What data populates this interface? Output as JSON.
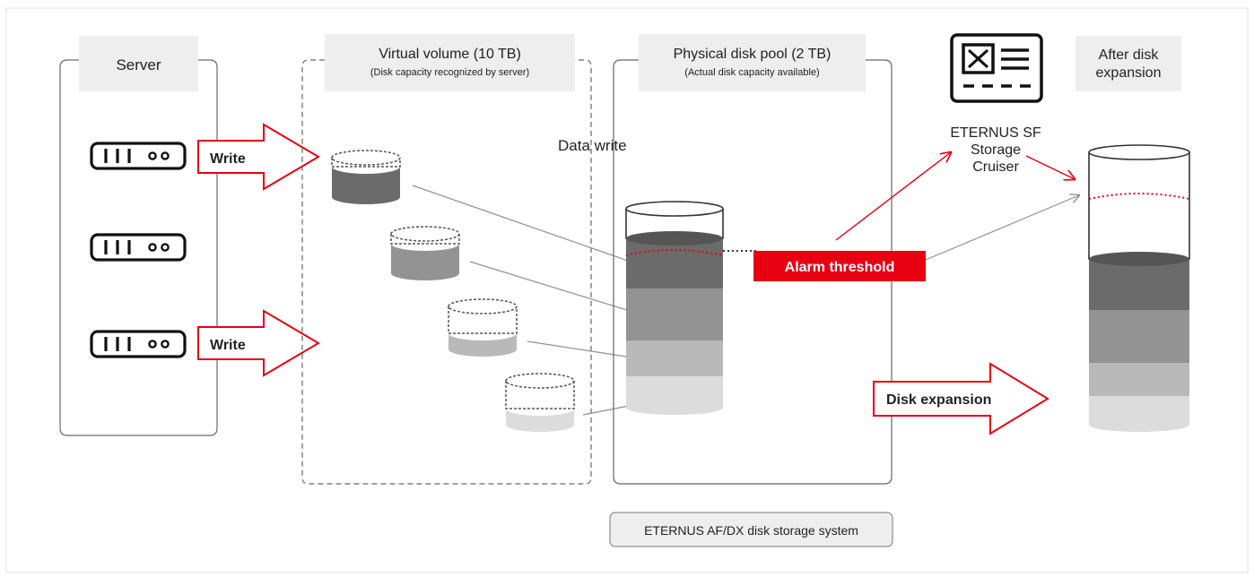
{
  "columns": {
    "server": {
      "title": "Server"
    },
    "virtual_volume": {
      "title": "Virtual volume (10 TB)",
      "subtitle": "(Disk capacity recognized by server)"
    },
    "physical_pool": {
      "title": "Physical disk pool (2 TB)",
      "subtitle": "(Actual disk capacity available)"
    },
    "after_expansion": {
      "title_line1": "After disk",
      "title_line2": "expansion"
    }
  },
  "software": {
    "line1": "ETERNUS SF",
    "line2": "Storage",
    "line3": "Cruiser"
  },
  "labels": {
    "write_top": "Write",
    "write_bottom": "Write",
    "data_write": "Data write",
    "alarm_threshold": "Alarm threshold",
    "disk_expansion": "Disk expansion",
    "storage_system": "ETERNUS AF/DX disk storage system"
  },
  "colors": {
    "accent_red": "#e60012",
    "dark_gray": "#6b6b6b",
    "mid_gray": "#939393",
    "light_gray": "#b9b9b9",
    "lightest_gray": "#dcdcdc",
    "panel_gray": "#eeeeee"
  }
}
